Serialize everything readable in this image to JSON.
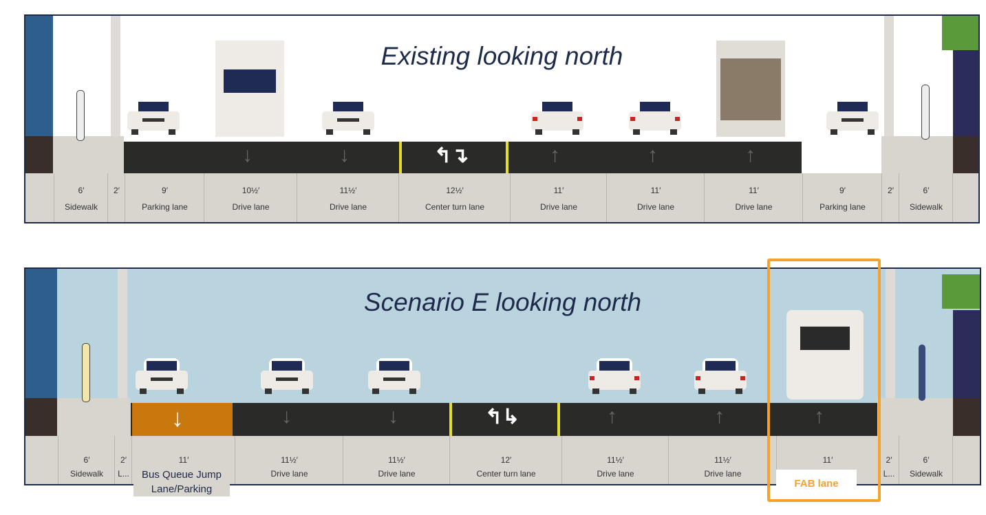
{
  "existing": {
    "title": "Existing looking north",
    "segments": [
      {
        "width": "",
        "name": ""
      },
      {
        "width": "6′",
        "name": "Sidewalk"
      },
      {
        "width": "2′",
        "name": ""
      },
      {
        "width": "9′",
        "name": "Parking lane"
      },
      {
        "width": "10½′",
        "name": "Drive lane"
      },
      {
        "width": "11½′",
        "name": "Drive lane"
      },
      {
        "width": "12½′",
        "name": "Center turn lane"
      },
      {
        "width": "11′",
        "name": "Drive lane"
      },
      {
        "width": "11′",
        "name": "Drive lane"
      },
      {
        "width": "11′",
        "name": "Drive lane"
      },
      {
        "width": "9′",
        "name": "Parking lane"
      },
      {
        "width": "2′",
        "name": ""
      },
      {
        "width": "6′",
        "name": "Sidewalk"
      },
      {
        "width": "",
        "name": ""
      }
    ]
  },
  "scenario": {
    "title": "Scenario E looking north",
    "segments": [
      {
        "width": "",
        "name": ""
      },
      {
        "width": "6′",
        "name": "Sidewalk"
      },
      {
        "width": "2′",
        "name": "L..."
      },
      {
        "width": "11′",
        "name": ""
      },
      {
        "width": "11½′",
        "name": "Drive lane"
      },
      {
        "width": "11½′",
        "name": "Drive lane"
      },
      {
        "width": "12′",
        "name": "Center turn lane"
      },
      {
        "width": "11½′",
        "name": "Drive lane"
      },
      {
        "width": "11½′",
        "name": "Drive lane"
      },
      {
        "width": "11′",
        "name": ""
      },
      {
        "width": "2′",
        "name": "L..."
      },
      {
        "width": "6′",
        "name": "Sidewalk"
      },
      {
        "width": "",
        "name": ""
      }
    ],
    "bus_queue_label": "Bus Queue  Jump Lane/Parking",
    "fab_label": "FAB lane"
  },
  "colors": {
    "highlight": "#f4a22e",
    "bus_lane": "#c9780d",
    "navy": "#1e2a4a"
  }
}
